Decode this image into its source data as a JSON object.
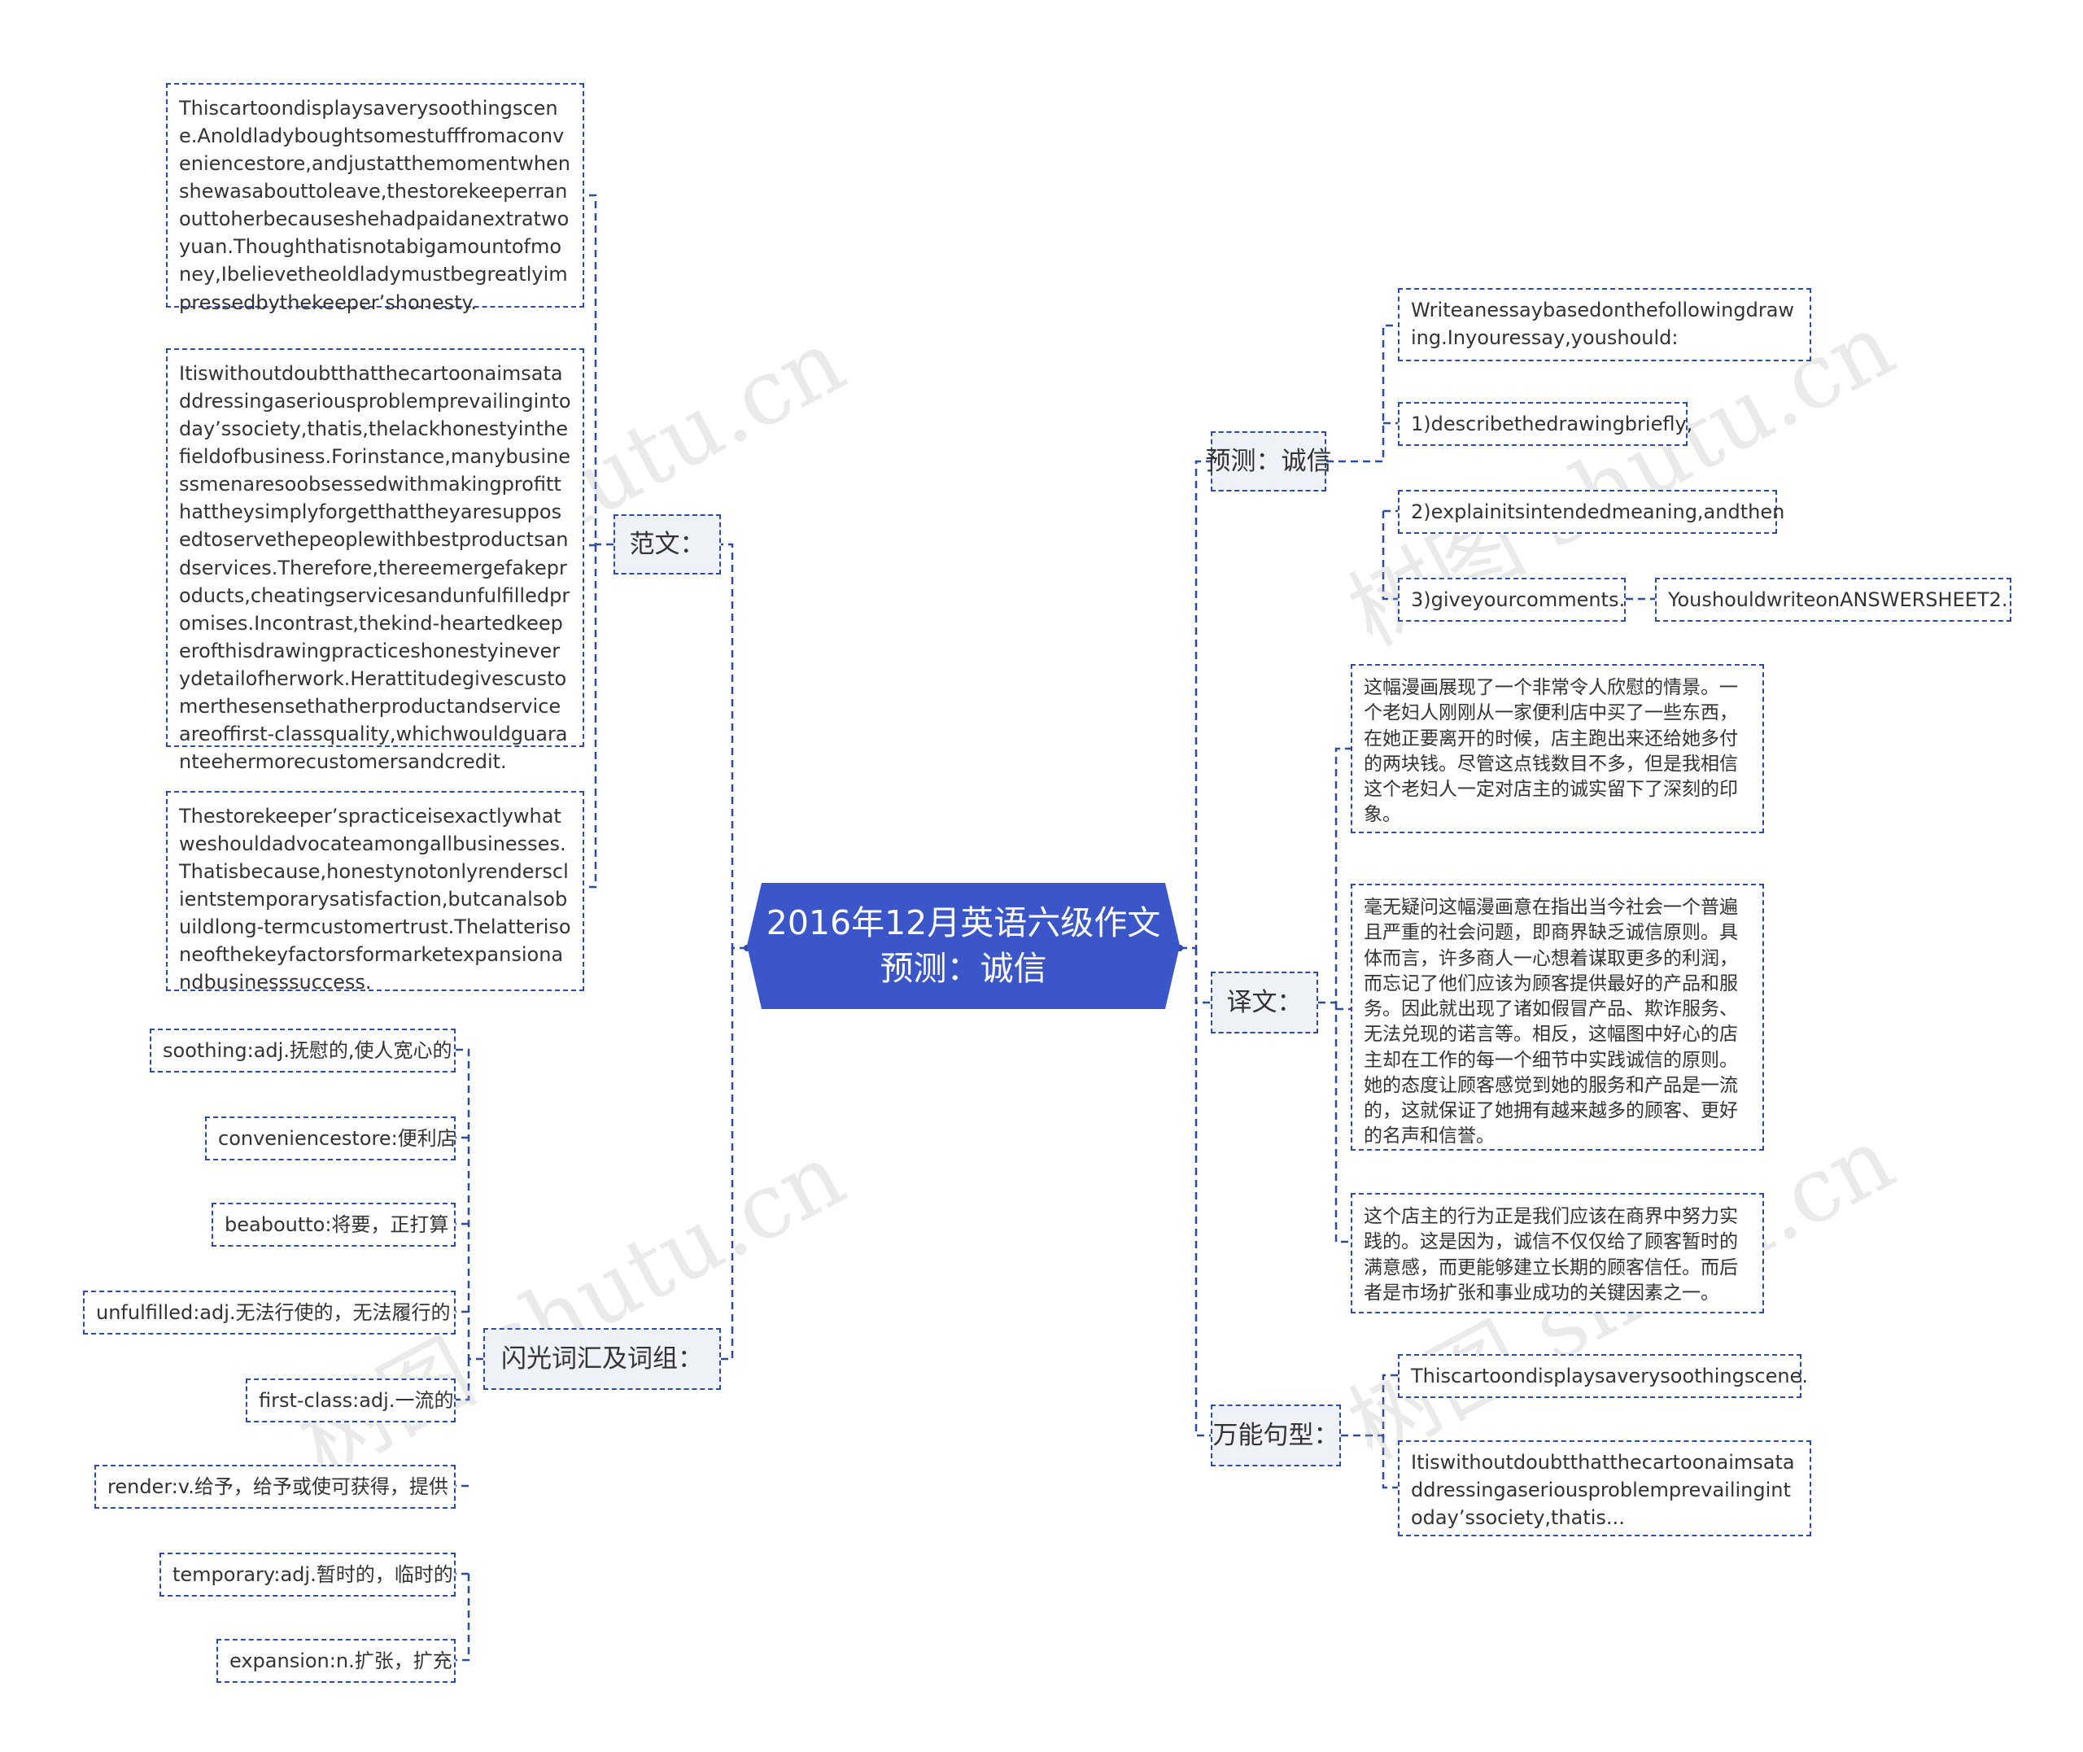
{
  "center": {
    "title_line1": "2016年12月英语六级作文",
    "title_line2": "预测：诚信"
  },
  "left": {
    "fanwen": {
      "label": "范文：",
      "items": [
        "Thiscartoondisplaysaverysoothingscene.Anoldladyboughtsomestufffromaconveniencestore,andjustatthemomentwhenshewasabouttoleave,thestorekeeperranouttoherbecauseshehadpaidanextratwoyuan.Thoughthatisnotabigamountofmoney,Ibelievetheoldladymustbegreatlyimpressedbythekeeper’shonesty.",
        "Itiswithoutdoubtthatthecartoonaimsataddressingaseriousproblemprevailingintoday’ssociety,thatis,thelackhonestyinthefieldofbusiness.Forinstance,manybusinessmenaresoobsessedwithmakingprofitthattheysimplyforgetthattheyaresupposedtoservethepeoplewithbestproductsandservices.Therefore,thereemergefakeproducts,cheatingservicesandunfulfilledpromises.Incontrast,thekind-heartedkeeperofthisdrawingpracticeshonestyineverydetailofherwork.Herattitudegivescustomerthesensethatherproductandserviceareoffirst-classquality,whichwouldguaranteehermorecustomersandcredit.",
        "Thestorekeeper’spracticeisexactlywhatweshouldadvocateamongallbusinesses.Thatisbecause,honestynotonlyrendersclientstemporarysatisfaction,butcanalsobuildlong-termcustomertrust.Thelatterisoneofthekeyfactorsformarketexpansionandbusinesssuccess."
      ]
    },
    "vocab": {
      "label": "闪光词汇及词组：",
      "items": [
        "soothing:adj.抚慰的,使人宽心的",
        "conveniencestore:便利店",
        "beaboutto:将要，正打算",
        "unfulfilled:adj.无法行使的，无法履行的",
        "first-class:adj.一流的",
        "render:v.给予，给予或使可获得，提供",
        "temporary:adj.暂时的，临时的",
        "expansion:n.扩张，扩充"
      ]
    }
  },
  "right": {
    "yuce": {
      "label": "预测：诚信",
      "items": [
        "Writeanessaybasedonthefollowingdrawing.Inyouressay,youshould:",
        "1)describethedrawingbriefly,",
        "2)explainitsintendedmeaning,andthen",
        "3)giveyourcomments."
      ],
      "sub_item": "YoushouldwriteonANSWERSHEET2."
    },
    "yiwen": {
      "label": "译文：",
      "items": [
        "这幅漫画展现了一个非常令人欣慰的情景。一个老妇人刚刚从一家便利店中买了一些东西，在她正要离开的时候，店主跑出来还给她多付的两块钱。尽管这点钱数目不多，但是我相信这个老妇人一定对店主的诚实留下了深刻的印象。",
        "毫无疑问这幅漫画意在指出当今社会一个普遍且严重的社会问题，即商界缺乏诚信原则。具体而言，许多商人一心想着谋取更多的利润，而忘记了他们应该为顾客提供最好的产品和服务。因此就出现了诸如假冒产品、欺诈服务、无法兑现的诺言等。相反，这幅图中好心的店主却在工作的每一个细节中实践诚信的原则。她的态度让顾客感觉到她的服务和产品是一流的，这就保证了她拥有越来越多的顾客、更好的名声和信誉。",
        "这个店主的行为正是我们应该在商界中努力实践的。这是因为，诚信不仅仅给了顾客暂时的满意感，而更能够建立长期的顾客信任。而后者是市场扩张和事业成功的关键因素之一。"
      ]
    },
    "wanneng": {
      "label": "万能句型：",
      "items": [
        "Thiscartoondisplaysaverysoothingscene.",
        "Itiswithoutdoubtthatthecartoonaimsataddressingaseriousproblemprevailingintoday’ssociety,thatis..."
      ]
    }
  },
  "watermark_text": "树图 shutu.cn",
  "colors": {
    "central_fill": "#3a56c9",
    "link": "#2e4aa7",
    "branch_fill": "#eef1f5",
    "border": "#2e4aa7"
  }
}
